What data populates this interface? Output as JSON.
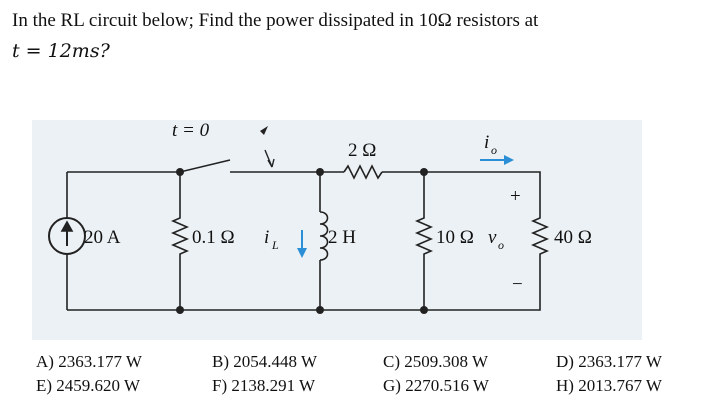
{
  "question": {
    "line1": "In the RL circuit below; Find the power dissipated in 10Ω resistors at",
    "line2": "t = 12ms?"
  },
  "diagram": {
    "switch_label": "t = 0",
    "source_label": "20 A",
    "r1_label": "0.1 Ω",
    "current_il_label": "i",
    "current_il_sub": "L",
    "inductor_label": "2 H",
    "r2_label": "2 Ω",
    "current_io_label": "i",
    "current_io_sub": "o",
    "r3_label": "10 Ω",
    "vo_label": "v",
    "vo_sub": "o",
    "r4_label": "40 Ω",
    "plus_sign": "+",
    "minus_sign": "−",
    "colors": {
      "panel": "#ecf1f5",
      "wire": "#222222",
      "arrow": "#2a8fd6"
    }
  },
  "answers": [
    {
      "id": "A",
      "text": "A) 2363.177 W"
    },
    {
      "id": "B",
      "text": "B) 2054.448 W"
    },
    {
      "id": "C",
      "text": "C) 2509.308 W"
    },
    {
      "id": "D",
      "text": "D) 2363.177 W"
    },
    {
      "id": "E",
      "text": "E) 2459.620 W"
    },
    {
      "id": "F",
      "text": "F) 2138.291 W"
    },
    {
      "id": "G",
      "text": "G) 2270.516 W"
    },
    {
      "id": "H",
      "text": "H) 2013.767 W"
    }
  ]
}
